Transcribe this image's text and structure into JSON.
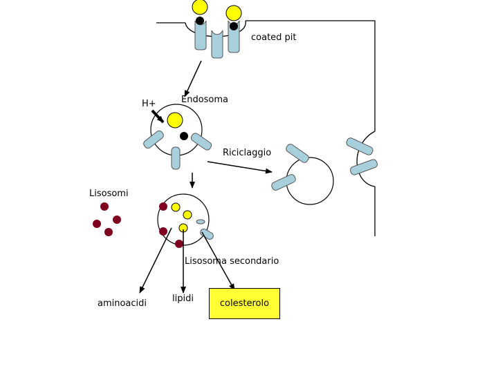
{
  "labels": {
    "coated_pit": "coated pit",
    "endosoma": "Endosoma",
    "h_plus": "H+",
    "riciclaggio": "Riciclaggio",
    "lisosomi": "Lisosomi",
    "lisosoma_secondario": "Lisosoma secondario",
    "aminoacidi": "aminoacidi",
    "lipidi": "lipidi",
    "colesterolo": "colesterolo"
  },
  "colors": {
    "ldl_particle": "#ffff00",
    "receptor": "#a8d0dc",
    "lysosome": "#800020",
    "highlight_box": "#ffff33",
    "line": "#000000"
  }
}
